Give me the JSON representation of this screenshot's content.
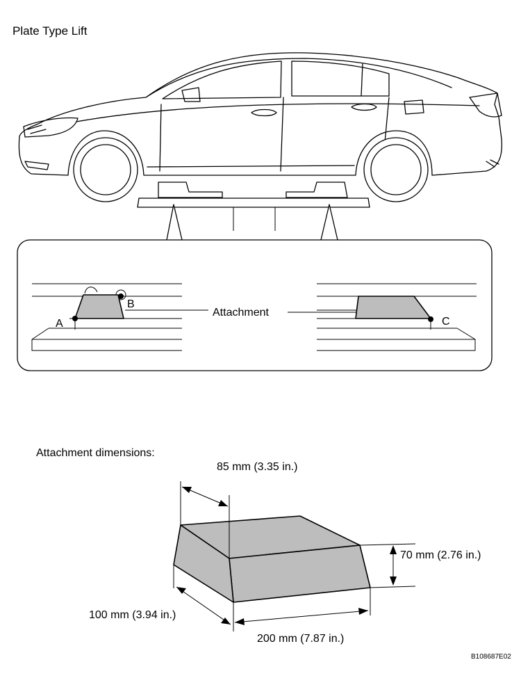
{
  "diagram": {
    "title": "Plate Type Lift",
    "attachment_label": "Attachment",
    "point_a": "A",
    "point_b": "B",
    "point_c": "C",
    "dimensions_heading": "Attachment dimensions:",
    "dim_depth": "85 mm (3.35 in.)",
    "dim_height": "70 mm (2.76 in.)",
    "dim_width_bottom": "100 mm (3.94 in.)",
    "dim_length": "200 mm (7.87 in.)",
    "figure_code": "B108687E02"
  }
}
